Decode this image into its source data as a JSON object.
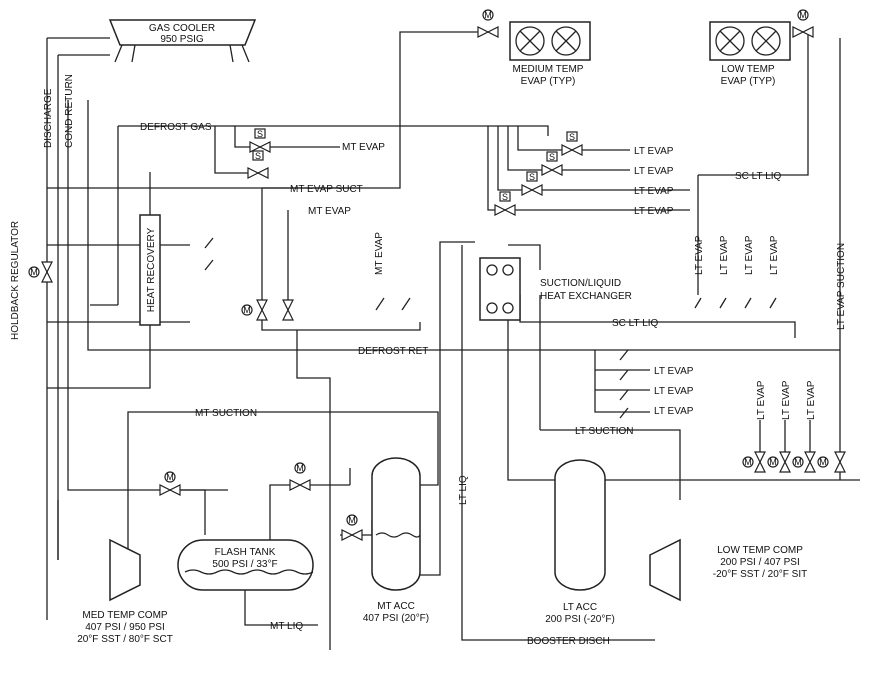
{
  "equipment": {
    "gas_cooler": {
      "name": "GAS COOLER",
      "pressure": "950 PSIG"
    },
    "medium_temp_evap": {
      "name": "MEDIUM TEMP",
      "sub": "EVAP (TYP)"
    },
    "low_temp_evap": {
      "name": "LOW TEMP",
      "sub": "EVAP (TYP)"
    },
    "heat_recovery": "HEAT RECOVERY",
    "shx": {
      "line1": "SUCTION/LIQUID",
      "line2": "HEAT EXCHANGER"
    },
    "flash_tank": {
      "name": "FLASH TANK",
      "rating": "500 PSI / 33°F"
    },
    "mt_acc": {
      "name": "MT ACC",
      "rating": "407 PSI (20°F)"
    },
    "lt_acc": {
      "name": "LT ACC",
      "rating": "200 PSI (-20°F)"
    },
    "med_temp_comp": {
      "name": "MED TEMP COMP",
      "line2": "407 PSI / 950 PSI",
      "line3": "20°F SST / 80°F SCT"
    },
    "low_temp_comp": {
      "name": "LOW TEMP COMP",
      "line2": "200 PSI / 407 PSI",
      "line3": "-20°F SST / 20°F SIT"
    }
  },
  "pipes": {
    "discharge": "DISCHARGE",
    "cond_return": "COND RETURN",
    "holdback_regulator": "HOLDBACK REGULATOR",
    "defrost_gas": "DEFROST GAS",
    "mt_evap_suct": "MT EVAP SUCT",
    "defrost_ret": "DEFROST RET",
    "mt_suction": "MT SUCTION",
    "mt_liq": "MT LIQ",
    "lt_liq": "LT LIQ",
    "lt_suction": "LT SUCTION",
    "booster_disch": "BOOSTER DISCH",
    "sc_lt_liq": "SC LT LIQ",
    "lt_evap_suction": "LT EVAP SUCTION"
  },
  "evap_labels": {
    "mt_evap": "MT EVAP",
    "lt_evap": "LT EVAP"
  },
  "valve_symbols": {
    "motorized": "M",
    "solenoid": "S"
  }
}
